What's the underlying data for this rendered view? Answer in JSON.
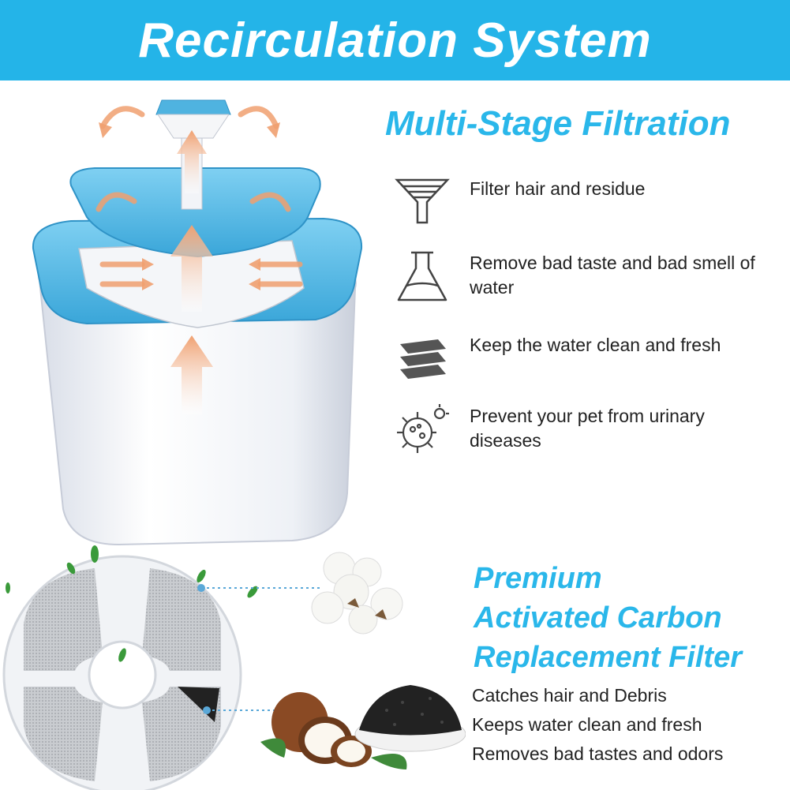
{
  "banner": {
    "title": "Recirculation System"
  },
  "filtration": {
    "title": "Multi-Stage Filtration",
    "items": [
      {
        "icon": "funnel-icon",
        "text": "Filter hair and residue"
      },
      {
        "icon": "flask-icon",
        "text": "Remove bad taste and bad smell of water"
      },
      {
        "icon": "layers-icon",
        "text": "Keep the water clean and fresh"
      },
      {
        "icon": "bacteria-icon",
        "text": "Prevent your pet from urinary diseases"
      }
    ]
  },
  "carbon": {
    "title_lines": [
      "Premium",
      "Activated Carbon",
      "Replacement Filter"
    ],
    "bullets": [
      "Catches hair and Debris",
      "Keeps water clean and fresh",
      "Removes bad tastes and odors"
    ]
  },
  "colors": {
    "accent": "#2ab7ea",
    "banner": "#24b4e8",
    "fountain_blue": "#4fb3e0",
    "arrow": "#f0a070"
  }
}
